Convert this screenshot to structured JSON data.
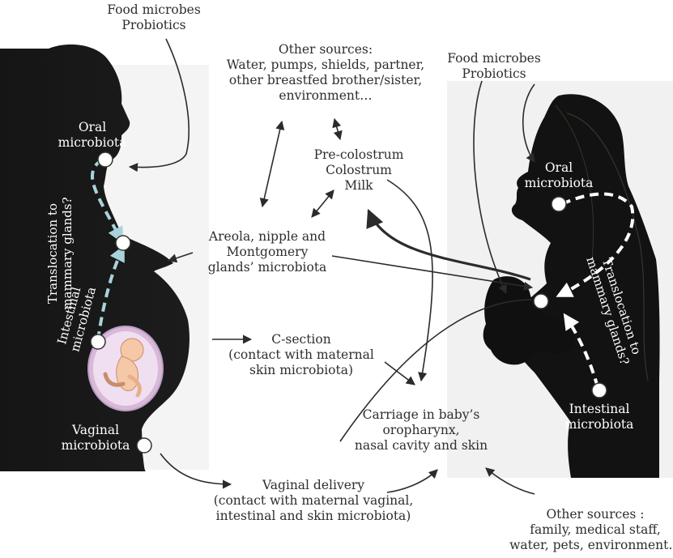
{
  "labels": {
    "food_left_1": "Food microbes",
    "food_left_2": "Probiotics",
    "other_sources_title": "Other sources:",
    "other_sources_2": "Water, pumps,  shields, partner,",
    "other_sources_3": "other breastfed brother/sister,",
    "other_sources_4": "environment…",
    "food_right_1": "Food microbes",
    "food_right_2": "Probiotics",
    "milk_1": "Pre-colostrum",
    "milk_2": "Colostrum",
    "milk_3": "Milk",
    "oral_left_1": "Oral",
    "oral_left_2": "microbiota",
    "oral_right_1": "Oral",
    "oral_right_2": "microbiota",
    "areola_1": "Areola, nipple and",
    "areola_2": "Montgomery",
    "areola_3": "glands’ microbiota",
    "translocation_left_1": "Translocation to",
    "translocation_left_2": "mammary glands?",
    "intestinal_left_1": "Intestinal",
    "intestinal_left_2": "microbiota",
    "csection_1": "C-section",
    "csection_2": "(contact with maternal",
    "csection_3": "skin microbiota)",
    "translocation_right_1": "Translocation to",
    "translocation_right_2": "mammary glands?",
    "intestinal_right_1": "Intestinal",
    "intestinal_right_2": "microbiota",
    "vaginal_1": "Vaginal",
    "vaginal_2": "microbiota",
    "carriage_1": "Carriage in baby’s",
    "carriage_2": "oropharynx,",
    "carriage_3": "nasal cavity and skin",
    "vaginal_delivery_1": "Vaginal delivery",
    "vaginal_delivery_2": "(contact with maternal vaginal,",
    "vaginal_delivery_3": "intestinal and skin microbiota)",
    "other_sources_b_1": "Other sources :",
    "other_sources_b_2": "family, medical staff,",
    "other_sources_b_3": "water, pets, environment…"
  },
  "colors": {
    "silhouette": "#151515",
    "dashed_left": "#a9d3dc",
    "dashed_right": "#ffffff",
    "arrow": "#2b2b2b",
    "fetus_bg": "#f3d9ea",
    "fetus_skin": "#f5c8a8"
  }
}
